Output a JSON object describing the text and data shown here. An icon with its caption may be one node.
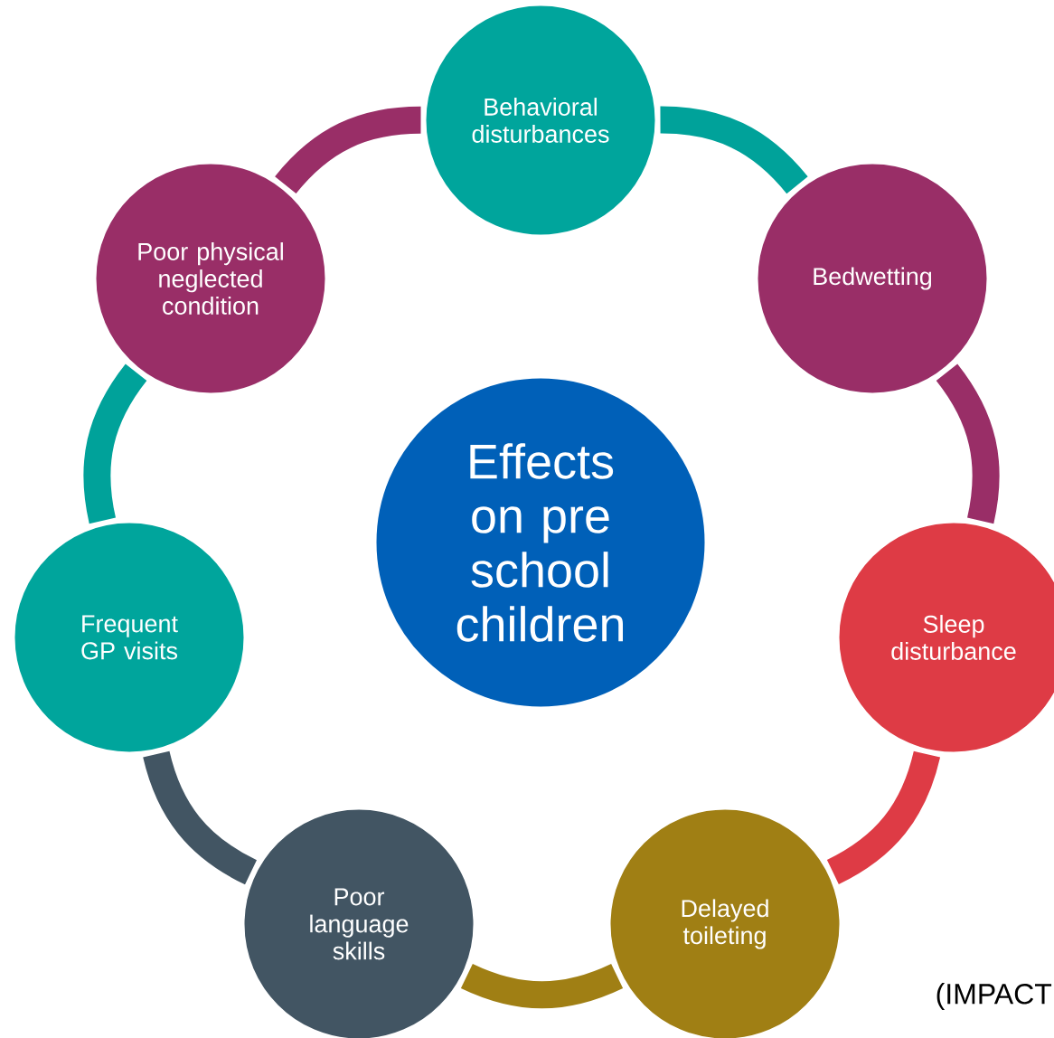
{
  "diagram": {
    "nodes": [
      {
        "text": [
          "Effects on pre school children"
        ]
      },
      {
        "text": [
          "Behavioral disturbances"
        ]
      },
      {
        "text": [
          "Bedwetting"
        ]
      },
      {
        "text": [
          "Sleep disturbance"
        ]
      },
      {
        "text": [
          "Delayed toileting"
        ]
      },
      {
        "text": [
          "Poor language skills"
        ]
      },
      {
        "text": [
          "Frequent GP visits"
        ]
      },
      {
        "text": [
          "Poor physical neglected condition"
        ]
      }
    ],
    "edges": [
      {
        "from": 1,
        "to": 2,
        "arrow": "none",
        "color": "#00a29a"
      },
      {
        "from": 2,
        "to": 3,
        "arrow": "none",
        "color": "#992e67"
      },
      {
        "from": 3,
        "to": 4,
        "arrow": "none",
        "color": "#de3b45"
      },
      {
        "from": 4,
        "to": 5,
        "arrow": "none",
        "color": "#a07f14"
      },
      {
        "from": 5,
        "to": 6,
        "arrow": "none",
        "color": "#425563"
      },
      {
        "from": 6,
        "to": 7,
        "arrow": "none",
        "color": "#00a29a"
      },
      {
        "from": 7,
        "to": 1,
        "arrow": "none",
        "color": "#992e67"
      }
    ],
    "labels": [
      "(IMPACT"
    ]
  }
}
